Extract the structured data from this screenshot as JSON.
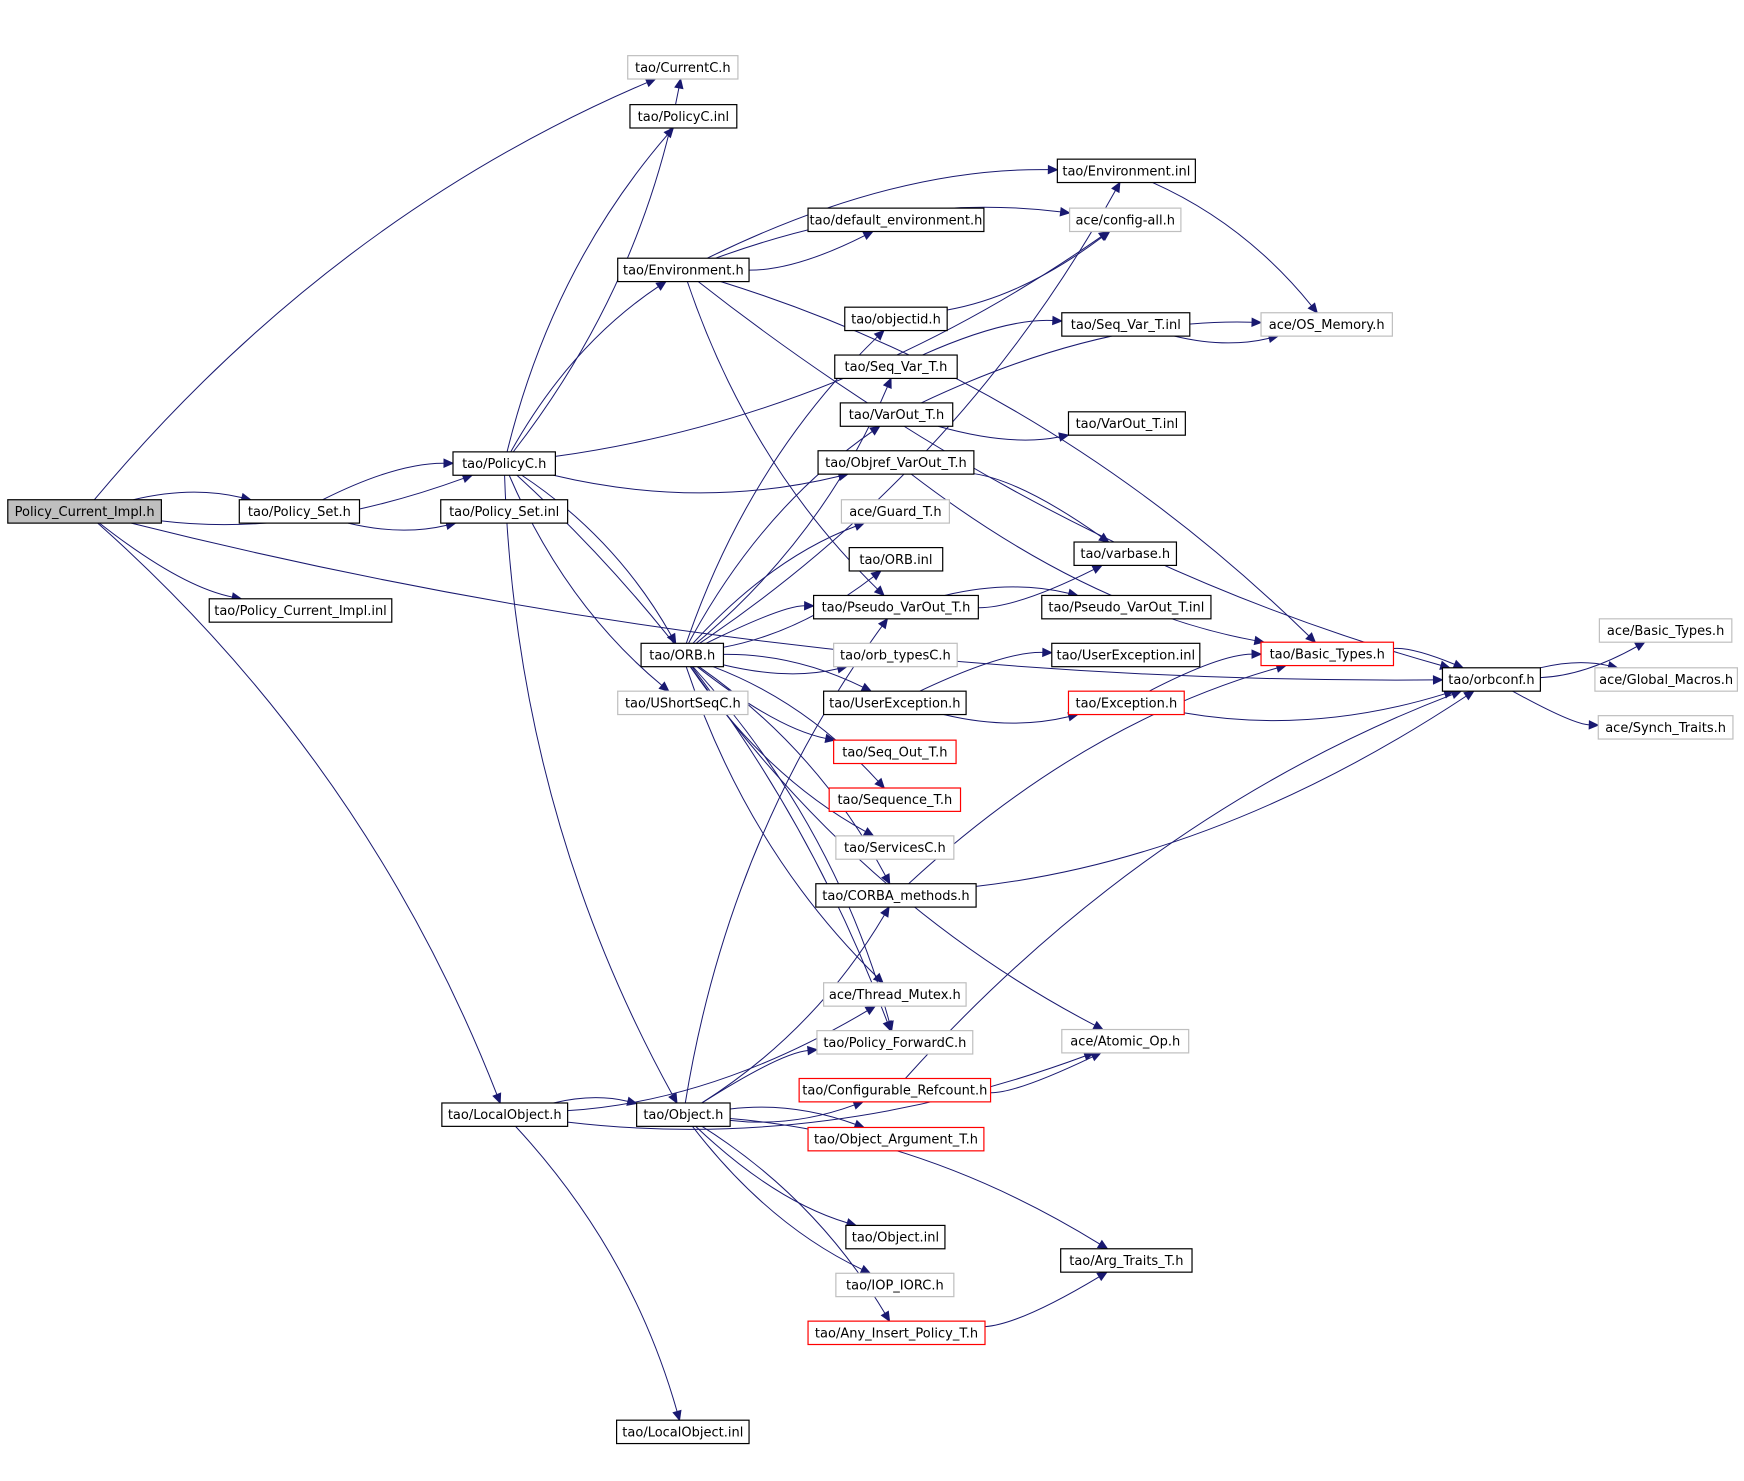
{
  "nodes": [
    {
      "id": "root",
      "label": "Policy_Current_Impl.h",
      "border": "root"
    },
    {
      "id": "policy_set_h",
      "label": "tao/Policy_Set.h",
      "border": "black"
    },
    {
      "id": "policy_set_inl",
      "label": "tao/Policy_Set.inl",
      "border": "black"
    },
    {
      "id": "pci_inl",
      "label": "tao/Policy_Current_Impl.inl",
      "border": "black"
    },
    {
      "id": "policyc_h",
      "label": "tao/PolicyC.h",
      "border": "black"
    },
    {
      "id": "currentc_h",
      "label": "tao/CurrentC.h",
      "border": "gray"
    },
    {
      "id": "policyc_inl",
      "label": "tao/PolicyC.inl",
      "border": "black"
    },
    {
      "id": "environment_inl",
      "label": "tao/Environment.inl",
      "border": "black"
    },
    {
      "id": "config_all",
      "label": "ace/config-all.h",
      "border": "gray"
    },
    {
      "id": "default_env",
      "label": "tao/default_environment.h",
      "border": "black"
    },
    {
      "id": "environment_h",
      "label": "tao/Environment.h",
      "border": "black"
    },
    {
      "id": "objectid_h",
      "label": "tao/objectid.h",
      "border": "black"
    },
    {
      "id": "seq_var_t_inl",
      "label": "tao/Seq_Var_T.inl",
      "border": "black"
    },
    {
      "id": "os_memory",
      "label": "ace/OS_Memory.h",
      "border": "gray"
    },
    {
      "id": "seq_var_t_h",
      "label": "tao/Seq_Var_T.h",
      "border": "black"
    },
    {
      "id": "varout_t_h",
      "label": "tao/VarOut_T.h",
      "border": "black"
    },
    {
      "id": "varout_t_inl",
      "label": "tao/VarOut_T.inl",
      "border": "black"
    },
    {
      "id": "objref_varout",
      "label": "tao/Objref_VarOut_T.h",
      "border": "black"
    },
    {
      "id": "guard_t",
      "label": "ace/Guard_T.h",
      "border": "gray"
    },
    {
      "id": "varbase_h",
      "label": "tao/varbase.h",
      "border": "black"
    },
    {
      "id": "orb_inl",
      "label": "tao/ORB.inl",
      "border": "black"
    },
    {
      "id": "pseudo_varout_h",
      "label": "tao/Pseudo_VarOut_T.h",
      "border": "black"
    },
    {
      "id": "pseudo_varout_inl",
      "label": "tao/Pseudo_VarOut_T.inl",
      "border": "black"
    },
    {
      "id": "orb_h",
      "label": "tao/ORB.h",
      "border": "black"
    },
    {
      "id": "orb_typesc",
      "label": "tao/orb_typesC.h",
      "border": "gray"
    },
    {
      "id": "userexception_inl",
      "label": "tao/UserException.inl",
      "border": "black"
    },
    {
      "id": "basic_types_tao",
      "label": "tao/Basic_Types.h",
      "border": "red"
    },
    {
      "id": "orbconf_h",
      "label": "tao/orbconf.h",
      "border": "black"
    },
    {
      "id": "ace_basic_types",
      "label": "ace/Basic_Types.h",
      "border": "gray"
    },
    {
      "id": "global_macros",
      "label": "ace/Global_Macros.h",
      "border": "gray"
    },
    {
      "id": "synch_traits",
      "label": "ace/Synch_Traits.h",
      "border": "gray"
    },
    {
      "id": "ushortseqc",
      "label": "tao/UShortSeqC.h",
      "border": "gray"
    },
    {
      "id": "userexception_h",
      "label": "tao/UserException.h",
      "border": "black"
    },
    {
      "id": "exception_h",
      "label": "tao/Exception.h",
      "border": "red"
    },
    {
      "id": "seq_out_t",
      "label": "tao/Seq_Out_T.h",
      "border": "red"
    },
    {
      "id": "sequence_t",
      "label": "tao/Sequence_T.h",
      "border": "red"
    },
    {
      "id": "servicesc",
      "label": "tao/ServicesC.h",
      "border": "gray"
    },
    {
      "id": "corba_methods",
      "label": "tao/CORBA_methods.h",
      "border": "black"
    },
    {
      "id": "thread_mutex",
      "label": "ace/Thread_Mutex.h",
      "border": "gray"
    },
    {
      "id": "policy_forwardc",
      "label": "tao/Policy_ForwardC.h",
      "border": "gray"
    },
    {
      "id": "atomic_op",
      "label": "ace/Atomic_Op.h",
      "border": "gray"
    },
    {
      "id": "configurable_refcount",
      "label": "tao/Configurable_Refcount.h",
      "border": "red"
    },
    {
      "id": "localobject_h",
      "label": "tao/LocalObject.h",
      "border": "black"
    },
    {
      "id": "object_h",
      "label": "tao/Object.h",
      "border": "black"
    },
    {
      "id": "object_argument_t",
      "label": "tao/Object_Argument_T.h",
      "border": "red"
    },
    {
      "id": "object_inl",
      "label": "tao/Object.inl",
      "border": "black"
    },
    {
      "id": "arg_traits_t",
      "label": "tao/Arg_Traits_T.h",
      "border": "black"
    },
    {
      "id": "iop_iorc",
      "label": "tao/IOP_IORC.h",
      "border": "gray"
    },
    {
      "id": "any_insert_policy",
      "label": "tao/Any_Insert_Policy_T.h",
      "border": "red"
    },
    {
      "id": "localobject_inl",
      "label": "tao/LocalObject.inl",
      "border": "black"
    }
  ],
  "edges": [
    [
      "root",
      "orbconf_h"
    ],
    [
      "root",
      "currentc_h"
    ],
    [
      "root",
      "policyc_h"
    ],
    [
      "root",
      "policy_set_h"
    ],
    [
      "root",
      "pci_inl"
    ],
    [
      "root",
      "localobject_h"
    ],
    [
      "policy_set_h",
      "policy_set_inl"
    ],
    [
      "policy_set_h",
      "policyc_h"
    ],
    [
      "policyc_h",
      "currentc_h"
    ],
    [
      "policyc_h",
      "policyc_inl"
    ],
    [
      "policyc_h",
      "config_all"
    ],
    [
      "policyc_h",
      "environment_h"
    ],
    [
      "policyc_h",
      "objref_varout"
    ],
    [
      "policyc_h",
      "orb_h"
    ],
    [
      "policyc_h",
      "ushortseqc"
    ],
    [
      "policyc_h",
      "policy_forwardc"
    ],
    [
      "policyc_h",
      "object_h"
    ],
    [
      "environment_h",
      "environment_inl"
    ],
    [
      "environment_h",
      "default_env"
    ],
    [
      "environment_h",
      "config_all"
    ],
    [
      "environment_h",
      "orbconf_h"
    ],
    [
      "environment_h",
      "basic_types_tao"
    ],
    [
      "environment_h",
      "pseudo_varout_h"
    ],
    [
      "environment_inl",
      "os_memory"
    ],
    [
      "objectid_h",
      "config_all"
    ],
    [
      "seq_var_t_h",
      "seq_var_t_inl"
    ],
    [
      "seq_var_t_inl",
      "os_memory"
    ],
    [
      "varout_t_h",
      "os_memory"
    ],
    [
      "varout_t_h",
      "varout_t_inl"
    ],
    [
      "objref_varout",
      "varbase_h"
    ],
    [
      "objref_varout",
      "basic_types_tao"
    ],
    [
      "pseudo_varout_h",
      "pseudo_varout_inl"
    ],
    [
      "pseudo_varout_h",
      "varbase_h"
    ],
    [
      "orb_h",
      "objectid_h"
    ],
    [
      "orb_h",
      "seq_var_t_h"
    ],
    [
      "orb_h",
      "varout_t_h"
    ],
    [
      "orb_h",
      "environment_inl"
    ],
    [
      "orb_h",
      "guard_t"
    ],
    [
      "orb_h",
      "orb_inl"
    ],
    [
      "orb_h",
      "pseudo_varout_h"
    ],
    [
      "orb_h",
      "orb_typesc"
    ],
    [
      "orb_h",
      "userexception_h"
    ],
    [
      "orb_h",
      "seq_out_t"
    ],
    [
      "orb_h",
      "sequence_t"
    ],
    [
      "orb_h",
      "servicesc"
    ],
    [
      "orb_h",
      "corba_methods"
    ],
    [
      "orb_h",
      "thread_mutex"
    ],
    [
      "orb_h",
      "policy_forwardc"
    ],
    [
      "orb_h",
      "atomic_op"
    ],
    [
      "userexception_h",
      "userexception_inl"
    ],
    [
      "userexception_h",
      "exception_h"
    ],
    [
      "exception_h",
      "basic_types_tao"
    ],
    [
      "exception_h",
      "orbconf_h"
    ],
    [
      "basic_types_tao",
      "orbconf_h"
    ],
    [
      "orbconf_h",
      "ace_basic_types"
    ],
    [
      "orbconf_h",
      "global_macros"
    ],
    [
      "orbconf_h",
      "synch_traits"
    ],
    [
      "corba_methods",
      "basic_types_tao"
    ],
    [
      "corba_methods",
      "orbconf_h"
    ],
    [
      "localobject_h",
      "object_h"
    ],
    [
      "localobject_h",
      "thread_mutex"
    ],
    [
      "localobject_h",
      "localobject_inl"
    ],
    [
      "localobject_h",
      "atomic_op"
    ],
    [
      "object_h",
      "pseudo_varout_h"
    ],
    [
      "object_h",
      "corba_methods"
    ],
    [
      "object_h",
      "policy_forwardc"
    ],
    [
      "object_h",
      "configurable_refcount"
    ],
    [
      "object_h",
      "object_argument_t"
    ],
    [
      "object_h",
      "object_inl"
    ],
    [
      "object_h",
      "arg_traits_t"
    ],
    [
      "object_h",
      "iop_iorc"
    ],
    [
      "object_h",
      "any_insert_policy"
    ],
    [
      "configurable_refcount",
      "atomic_op"
    ],
    [
      "configurable_refcount",
      "orbconf_h"
    ],
    [
      "any_insert_policy",
      "arg_traits_t"
    ]
  ]
}
